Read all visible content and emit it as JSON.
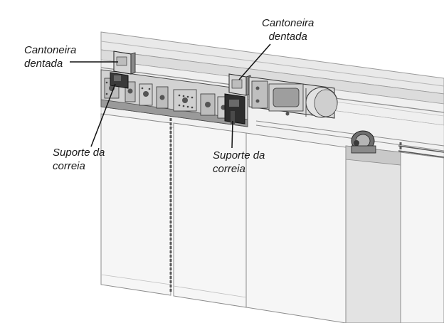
{
  "diagram": {
    "labels": {
      "toothed_bracket_left": {
        "line1": "Cantoneira",
        "line2": "dentada"
      },
      "toothed_bracket_right": {
        "line1": "Cantoneira",
        "line2": "dentada"
      },
      "belt_support_left": {
        "line1": "Suporte da",
        "line2": "correia"
      },
      "belt_support_right": {
        "line1": "Suporte da",
        "line2": "correia"
      }
    },
    "colors": {
      "rail": "#e6e6e6",
      "rail_edge": "#9a9a9a",
      "panel": "#f4f4f4",
      "panel_edge": "#8c8c8c",
      "moving_panel": "#e2e2e2",
      "belt": "#5a5a5a",
      "dark_part": "#2e2e2e",
      "leader": "#111111"
    }
  }
}
